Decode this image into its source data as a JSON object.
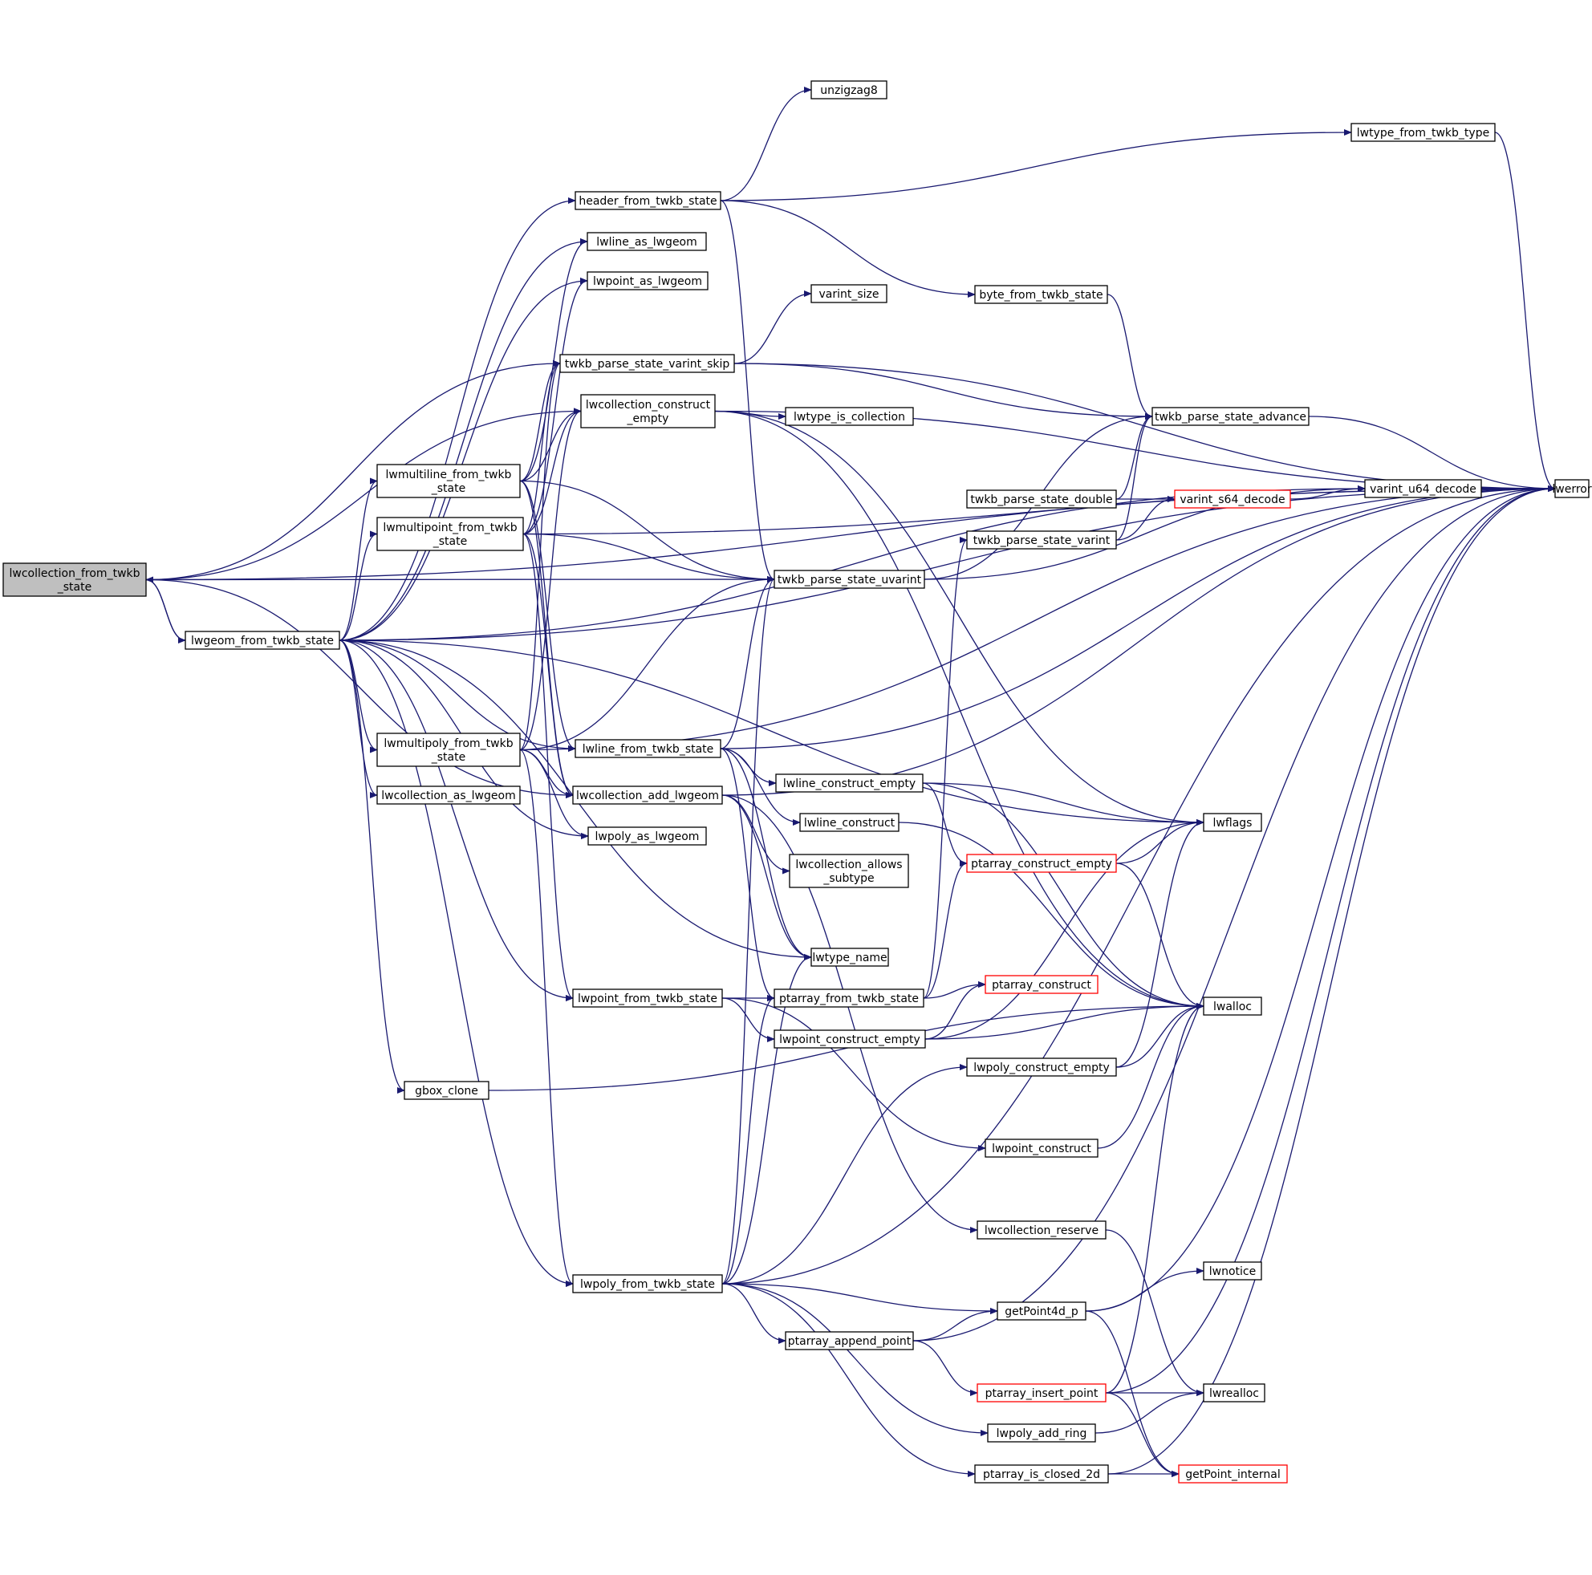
{
  "colors": {
    "edge": "#191970",
    "root_fill": "#bfbfbf",
    "truncated_border": "#ff0000",
    "node_border": "#000000"
  },
  "nodes": [
    {
      "id": "lwcollection_from_twkb_state",
      "label": [
        "lwcollection_from_twkb",
        "_state"
      ],
      "root": true
    },
    {
      "id": "lwgeom_from_twkb_state",
      "label": [
        "lwgeom_from_twkb_state"
      ]
    },
    {
      "id": "header_from_twkb_state",
      "label": [
        "header_from_twkb_state"
      ]
    },
    {
      "id": "lwline_as_lwgeom",
      "label": [
        "lwline_as_lwgeom"
      ]
    },
    {
      "id": "lwpoint_as_lwgeom",
      "label": [
        "lwpoint_as_lwgeom"
      ]
    },
    {
      "id": "twkb_parse_state_varint_skip",
      "label": [
        "twkb_parse_state_varint_skip"
      ]
    },
    {
      "id": "lwcollection_construct_empty",
      "label": [
        "lwcollection_construct",
        "_empty"
      ]
    },
    {
      "id": "lwmultiline_from_twkb_state",
      "label": [
        "lwmultiline_from_twkb",
        "_state"
      ]
    },
    {
      "id": "lwmultipoint_from_twkb_state",
      "label": [
        "lwmultipoint_from_twkb",
        "_state"
      ]
    },
    {
      "id": "lwmultipoly_from_twkb_state",
      "label": [
        "lwmultipoly_from_twkb",
        "_state"
      ]
    },
    {
      "id": "lwcollection_as_lwgeom",
      "label": [
        "lwcollection_as_lwgeom"
      ]
    },
    {
      "id": "lwline_from_twkb_state",
      "label": [
        "lwline_from_twkb_state"
      ]
    },
    {
      "id": "lwcollection_add_lwgeom",
      "label": [
        "lwcollection_add_lwgeom"
      ]
    },
    {
      "id": "lwpoly_as_lwgeom",
      "label": [
        "lwpoly_as_lwgeom"
      ]
    },
    {
      "id": "lwpoint_from_twkb_state",
      "label": [
        "lwpoint_from_twkb_state"
      ]
    },
    {
      "id": "gbox_clone",
      "label": [
        "gbox_clone"
      ]
    },
    {
      "id": "lwpoly_from_twkb_state",
      "label": [
        "lwpoly_from_twkb_state"
      ]
    },
    {
      "id": "unzigzag8",
      "label": [
        "unzigzag8"
      ]
    },
    {
      "id": "varint_size",
      "label": [
        "varint_size"
      ]
    },
    {
      "id": "lwtype_is_collection",
      "label": [
        "lwtype_is_collection"
      ]
    },
    {
      "id": "twkb_parse_state_uvarint",
      "label": [
        "twkb_parse_state_uvarint"
      ]
    },
    {
      "id": "lwline_construct_empty",
      "label": [
        "lwline_construct_empty"
      ]
    },
    {
      "id": "lwline_construct",
      "label": [
        "lwline_construct"
      ]
    },
    {
      "id": "lwcollection_allows_subtype",
      "label": [
        "lwcollection_allows",
        "_subtype"
      ]
    },
    {
      "id": "lwtype_name",
      "label": [
        "lwtype_name"
      ]
    },
    {
      "id": "ptarray_from_twkb_state",
      "label": [
        "ptarray_from_twkb_state"
      ]
    },
    {
      "id": "lwpoint_construct_empty",
      "label": [
        "lwpoint_construct_empty"
      ]
    },
    {
      "id": "ptarray_append_point",
      "label": [
        "ptarray_append_point"
      ]
    },
    {
      "id": "byte_from_twkb_state",
      "label": [
        "byte_from_twkb_state"
      ]
    },
    {
      "id": "twkb_parse_state_double",
      "label": [
        "twkb_parse_state_double"
      ]
    },
    {
      "id": "twkb_parse_state_varint",
      "label": [
        "twkb_parse_state_varint"
      ]
    },
    {
      "id": "ptarray_construct_empty",
      "label": [
        "ptarray_construct_empty"
      ],
      "truncated": true
    },
    {
      "id": "ptarray_construct",
      "label": [
        "ptarray_construct"
      ],
      "truncated": true
    },
    {
      "id": "lwpoly_construct_empty",
      "label": [
        "lwpoly_construct_empty"
      ]
    },
    {
      "id": "lwpoint_construct",
      "label": [
        "lwpoint_construct"
      ]
    },
    {
      "id": "lwcollection_reserve",
      "label": [
        "lwcollection_reserve"
      ]
    },
    {
      "id": "getPoint4d_p",
      "label": [
        "getPoint4d_p"
      ]
    },
    {
      "id": "ptarray_insert_point",
      "label": [
        "ptarray_insert_point"
      ],
      "truncated": true
    },
    {
      "id": "lwpoly_add_ring",
      "label": [
        "lwpoly_add_ring"
      ]
    },
    {
      "id": "ptarray_is_closed_2d",
      "label": [
        "ptarray_is_closed_2d"
      ]
    },
    {
      "id": "lwtype_from_twkb_type",
      "label": [
        "lwtype_from_twkb_type"
      ]
    },
    {
      "id": "twkb_parse_state_advance",
      "label": [
        "twkb_parse_state_advance"
      ]
    },
    {
      "id": "varint_s64_decode",
      "label": [
        "varint_s64_decode"
      ],
      "truncated": true
    },
    {
      "id": "varint_u64_decode",
      "label": [
        "varint_u64_decode"
      ]
    },
    {
      "id": "lwflags",
      "label": [
        "lwflags"
      ]
    },
    {
      "id": "lwalloc",
      "label": [
        "lwalloc"
      ]
    },
    {
      "id": "lwnotice",
      "label": [
        "lwnotice"
      ]
    },
    {
      "id": "lwrealloc",
      "label": [
        "lwrealloc"
      ]
    },
    {
      "id": "getPoint_internal",
      "label": [
        "getPoint_internal"
      ],
      "truncated": true
    },
    {
      "id": "lwerror",
      "label": [
        "lwerror"
      ]
    }
  ],
  "edges": [
    [
      "lwcollection_from_twkb_state",
      "lwerror"
    ],
    [
      "lwcollection_from_twkb_state",
      "lwgeom_from_twkb_state"
    ],
    [
      "lwcollection_from_twkb_state",
      "twkb_parse_state_varint_skip"
    ],
    [
      "lwcollection_from_twkb_state",
      "lwcollection_construct_empty"
    ],
    [
      "lwcollection_from_twkb_state",
      "twkb_parse_state_uvarint"
    ],
    [
      "lwcollection_from_twkb_state",
      "lwcollection_add_lwgeom"
    ],
    [
      "lwgeom_from_twkb_state",
      "lwcollection_from_twkb_state"
    ],
    [
      "lwgeom_from_twkb_state",
      "lwerror"
    ],
    [
      "lwgeom_from_twkb_state",
      "header_from_twkb_state"
    ],
    [
      "lwgeom_from_twkb_state",
      "lwline_as_lwgeom"
    ],
    [
      "lwgeom_from_twkb_state",
      "lwpoint_as_lwgeom"
    ],
    [
      "lwgeom_from_twkb_state",
      "lwmultiline_from_twkb_state"
    ],
    [
      "lwgeom_from_twkb_state",
      "lwmultipoint_from_twkb_state"
    ],
    [
      "lwgeom_from_twkb_state",
      "lwmultipoly_from_twkb_state"
    ],
    [
      "lwgeom_from_twkb_state",
      "lwcollection_as_lwgeom"
    ],
    [
      "lwgeom_from_twkb_state",
      "lwline_from_twkb_state"
    ],
    [
      "lwgeom_from_twkb_state",
      "lwpoly_as_lwgeom"
    ],
    [
      "lwgeom_from_twkb_state",
      "lwpoint_from_twkb_state"
    ],
    [
      "lwgeom_from_twkb_state",
      "gbox_clone"
    ],
    [
      "lwgeom_from_twkb_state",
      "lwpoly_from_twkb_state"
    ],
    [
      "lwgeom_from_twkb_state",
      "lwtype_name"
    ],
    [
      "lwgeom_from_twkb_state",
      "lwflags"
    ],
    [
      "lwgeom_from_twkb_state",
      "varint_u64_decode"
    ],
    [
      "header_from_twkb_state",
      "unzigzag8"
    ],
    [
      "header_from_twkb_state",
      "lwtype_from_twkb_type"
    ],
    [
      "header_from_twkb_state",
      "byte_from_twkb_state"
    ],
    [
      "header_from_twkb_state",
      "twkb_parse_state_uvarint"
    ],
    [
      "twkb_parse_state_varint_skip",
      "varint_size"
    ],
    [
      "twkb_parse_state_varint_skip",
      "twkb_parse_state_advance"
    ],
    [
      "twkb_parse_state_varint_skip",
      "lwerror"
    ],
    [
      "lwcollection_construct_empty",
      "lwtype_is_collection"
    ],
    [
      "lwcollection_construct_empty",
      "lwflags"
    ],
    [
      "lwcollection_construct_empty",
      "lwalloc"
    ],
    [
      "lwcollection_construct_empty",
      "lwerror"
    ],
    [
      "lwmultiline_from_twkb_state",
      "twkb_parse_state_varint_skip"
    ],
    [
      "lwmultiline_from_twkb_state",
      "lwcollection_construct_empty"
    ],
    [
      "lwmultiline_from_twkb_state",
      "lwline_as_lwgeom"
    ],
    [
      "lwmultiline_from_twkb_state",
      "twkb_parse_state_uvarint"
    ],
    [
      "lwmultiline_from_twkb_state",
      "lwline_from_twkb_state"
    ],
    [
      "lwmultiline_from_twkb_state",
      "lwcollection_add_lwgeom"
    ],
    [
      "lwmultipoint_from_twkb_state",
      "twkb_parse_state_varint_skip"
    ],
    [
      "lwmultipoint_from_twkb_state",
      "lwcollection_construct_empty"
    ],
    [
      "lwmultipoint_from_twkb_state",
      "lwpoint_as_lwgeom"
    ],
    [
      "lwmultipoint_from_twkb_state",
      "twkb_parse_state_uvarint"
    ],
    [
      "lwmultipoint_from_twkb_state",
      "lwpoint_from_twkb_state"
    ],
    [
      "lwmultipoint_from_twkb_state",
      "lwcollection_add_lwgeom"
    ],
    [
      "lwmultipoint_from_twkb_state",
      "lwerror"
    ],
    [
      "lwmultipoly_from_twkb_state",
      "twkb_parse_state_varint_skip"
    ],
    [
      "lwmultipoly_from_twkb_state",
      "lwcollection_construct_empty"
    ],
    [
      "lwmultipoly_from_twkb_state",
      "twkb_parse_state_uvarint"
    ],
    [
      "lwmultipoly_from_twkb_state",
      "lwcollection_add_lwgeom"
    ],
    [
      "lwmultipoly_from_twkb_state",
      "lwpoly_as_lwgeom"
    ],
    [
      "lwmultipoly_from_twkb_state",
      "lwpoly_from_twkb_state"
    ],
    [
      "lwmultipoly_from_twkb_state",
      "lwerror"
    ],
    [
      "lwline_from_twkb_state",
      "twkb_parse_state_uvarint"
    ],
    [
      "lwline_from_twkb_state",
      "lwline_construct_empty"
    ],
    [
      "lwline_from_twkb_state",
      "lwline_construct"
    ],
    [
      "lwline_from_twkb_state",
      "ptarray_from_twkb_state"
    ],
    [
      "lwline_from_twkb_state",
      "lwtype_name"
    ],
    [
      "lwline_from_twkb_state",
      "lwerror"
    ],
    [
      "lwcollection_add_lwgeom",
      "lwcollection_allows_subtype"
    ],
    [
      "lwcollection_add_lwgeom",
      "lwtype_name"
    ],
    [
      "lwcollection_add_lwgeom",
      "lwcollection_reserve"
    ],
    [
      "lwcollection_add_lwgeom",
      "lwerror"
    ],
    [
      "lwpoint_from_twkb_state",
      "ptarray_from_twkb_state"
    ],
    [
      "lwpoint_from_twkb_state",
      "lwpoint_construct_empty"
    ],
    [
      "lwpoint_from_twkb_state",
      "lwpoint_construct"
    ],
    [
      "gbox_clone",
      "lwalloc"
    ],
    [
      "lwpoly_from_twkb_state",
      "twkb_parse_state_uvarint"
    ],
    [
      "lwpoly_from_twkb_state",
      "lwtype_name"
    ],
    [
      "lwpoly_from_twkb_state",
      "ptarray_from_twkb_state"
    ],
    [
      "lwpoly_from_twkb_state",
      "lwpoly_construct_empty"
    ],
    [
      "lwpoly_from_twkb_state",
      "getPoint4d_p"
    ],
    [
      "lwpoly_from_twkb_state",
      "ptarray_append_point"
    ],
    [
      "lwpoly_from_twkb_state",
      "lwpoly_add_ring"
    ],
    [
      "lwpoly_from_twkb_state",
      "ptarray_is_closed_2d"
    ],
    [
      "lwpoly_from_twkb_state",
      "lwerror"
    ],
    [
      "twkb_parse_state_uvarint",
      "varint_u64_decode"
    ],
    [
      "twkb_parse_state_uvarint",
      "twkb_parse_state_advance"
    ],
    [
      "lwline_construct_empty",
      "lwflags"
    ],
    [
      "lwline_construct_empty",
      "ptarray_construct_empty"
    ],
    [
      "lwline_construct_empty",
      "lwalloc"
    ],
    [
      "lwline_construct",
      "lwalloc"
    ],
    [
      "ptarray_from_twkb_state",
      "ptarray_construct_empty"
    ],
    [
      "ptarray_from_twkb_state",
      "ptarray_construct"
    ],
    [
      "ptarray_from_twkb_state",
      "twkb_parse_state_varint"
    ],
    [
      "lwpoint_construct_empty",
      "lwflags"
    ],
    [
      "lwpoint_construct_empty",
      "lwalloc"
    ],
    [
      "lwpoint_construct_empty",
      "ptarray_construct"
    ],
    [
      "ptarray_append_point",
      "getPoint4d_p"
    ],
    [
      "ptarray_append_point",
      "ptarray_insert_point"
    ],
    [
      "ptarray_append_point",
      "lwerror"
    ],
    [
      "byte_from_twkb_state",
      "twkb_parse_state_advance"
    ],
    [
      "twkb_parse_state_double",
      "varint_s64_decode"
    ],
    [
      "twkb_parse_state_double",
      "twkb_parse_state_advance"
    ],
    [
      "twkb_parse_state_varint",
      "varint_s64_decode"
    ],
    [
      "twkb_parse_state_varint",
      "twkb_parse_state_advance"
    ],
    [
      "ptarray_construct_empty",
      "lwflags"
    ],
    [
      "ptarray_construct_empty",
      "lwalloc"
    ],
    [
      "lwpoly_construct_empty",
      "lwflags"
    ],
    [
      "lwpoly_construct_empty",
      "lwalloc"
    ],
    [
      "lwpoint_construct",
      "lwalloc"
    ],
    [
      "lwcollection_reserve",
      "lwrealloc"
    ],
    [
      "getPoint4d_p",
      "lwnotice"
    ],
    [
      "getPoint4d_p",
      "getPoint_internal"
    ],
    [
      "getPoint4d_p",
      "lwerror"
    ],
    [
      "ptarray_insert_point",
      "lwrealloc"
    ],
    [
      "ptarray_insert_point",
      "getPoint_internal"
    ],
    [
      "ptarray_insert_point",
      "lwalloc"
    ],
    [
      "ptarray_insert_point",
      "lwerror"
    ],
    [
      "lwpoly_add_ring",
      "lwrealloc"
    ],
    [
      "ptarray_is_closed_2d",
      "getPoint_internal"
    ],
    [
      "ptarray_is_closed_2d",
      "lwerror"
    ],
    [
      "lwtype_from_twkb_type",
      "lwerror"
    ],
    [
      "twkb_parse_state_advance",
      "lwerror"
    ],
    [
      "varint_s64_decode",
      "varint_u64_decode"
    ],
    [
      "varint_u64_decode",
      "lwerror"
    ]
  ]
}
